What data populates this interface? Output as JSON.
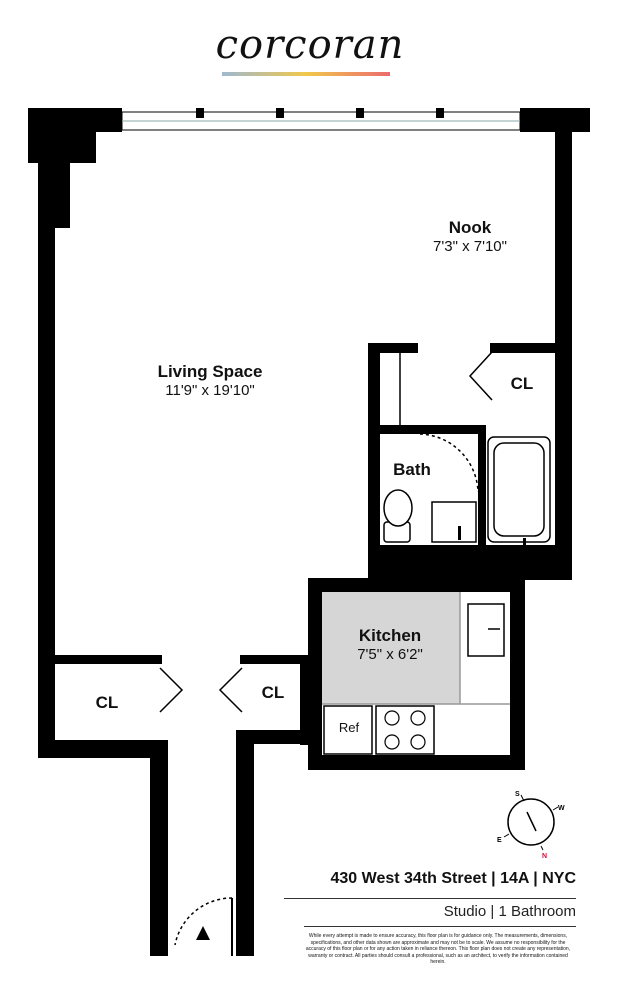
{
  "brand": {
    "logo": "corcoran"
  },
  "rooms": [
    {
      "name": "Nook",
      "dims": "7'3\" x 7'10\""
    },
    {
      "name": "Living Space",
      "dims": "11'9\" x 19'10\""
    },
    {
      "name": "CL"
    },
    {
      "name": "Bath"
    },
    {
      "name": "Kitchen",
      "dims": "7'5\" x 6'2\""
    },
    {
      "name": "CL"
    },
    {
      "name": "CL"
    },
    {
      "name": "Ref"
    }
  ],
  "compass": {
    "top": "S",
    "right": "W",
    "left": "E",
    "bottom": "N",
    "north_color": "#d0103a"
  },
  "listing": {
    "address": "430 West 34th Street  | 14A | NYC",
    "summary": "Studio | 1 Bathroom"
  },
  "disclaimer": "While every attempt is made to ensure accuracy, this floor plan is for guidance only. The measurements, dimensions, specifications, and other data shown are approximate and may not be to scale. We assume no responsibility for the accuracy of this floor plan or for any action taken in reliance thereon. This floor plan does not create any representation, warranty or contract. All parties should consult a professional, such as an architect, to verify the information contained herein.",
  "colors": {
    "wall": "#000000",
    "kitchen_floor": "#d6d6d6"
  }
}
